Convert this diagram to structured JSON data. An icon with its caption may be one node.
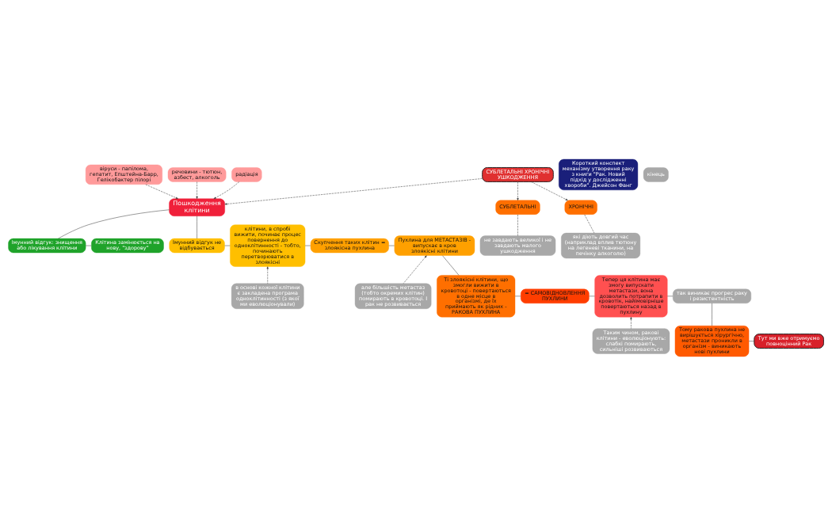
{
  "diagram": {
    "nodes": [
      {
        "text": [
          "Пошкодження клітини"
        ]
      },
      {
        "text": [
          "СУБЛЕТАЛЬНІ ХРОНІЧНІ УШКОДЖЕННЯ"
        ]
      },
      {
        "text": [
          "СУБЛЕТАЛЬНІ"
        ]
      },
      {
        "text": [
          "ХРОНІЧНІ"
        ]
      },
      {
        "text": [
          "не завдають великої і не завдають малого ушкодження"
        ]
      },
      {
        "text": [
          "які діють довгий час (наприклад вплив тютюну на легеневі тканини, на печінку алкоголю)"
        ]
      },
      {
        "text": [
          "Короткий конспект механізму утворення раку з книги \"Рак. Новий підхід у дослідженні хвороби\". Джейсон Фанг"
        ]
      },
      {
        "text": [
          "віруси - папілома, гепатит, Епштейна-Барр, Гелікобактер пілорі"
        ]
      },
      {
        "text": [
          "речовини - тютюн, азбест, алкоголь"
        ]
      },
      {
        "text": [
          "радіація"
        ]
      },
      {
        "text": [
          "Імунний відгук: знищення або лікування клітини"
        ]
      },
      {
        "text": [
          "Клітина замінюється на нову, \"здорову\""
        ]
      },
      {
        "text": [
          "Імунний відгук не відбувається"
        ]
      },
      {
        "text": [
          "клітини, в спробі вижити, починає процес повернення до одноклітинності - тобто, починають перетворюватися в злоякісні"
        ]
      },
      {
        "text": [
          "в основі кожної клітини є закладена програма одноклітинності (з якої ми еволюціонували)"
        ]
      },
      {
        "text": [
          "Скупчення таких клітин = злоякісна пухлина"
        ]
      },
      {
        "text": [
          "Пухлина для МЕТАСТАЗІВ - випускає в кров злоякісні клітини"
        ]
      },
      {
        "text": [
          "але більшість метастаз (тобто окремих клітин) помирають в кровотоці. І рак не розвивається"
        ]
      },
      {
        "text": [
          "Ті злоякісні клітини, що змогли вижити в кровотоці - повертаються в одне місце в організмі, де їх приймають як рідних - РАКОВА ПУХЛИНА"
        ]
      },
      {
        "text": [
          "= САМОВІДНОВЛЕННЯ ПУХЛИНИ"
        ]
      },
      {
        "text": [
          "кінець"
        ]
      },
      {
        "text": [
          "Тепер ця клітина має змогу випускати метастази, вона дозволить потрапити в кровотік, найімовірніше повертаються назад в пухлину"
        ]
      },
      {
        "text": [
          "Таким чином, ракові клітини - еволюціонують: слабкі помирають, сильніші розвиваються"
        ]
      },
      {
        "text": [
          "так виникає прогрес раку і резистентність"
        ]
      },
      {
        "text": [
          "Тому ракова пухлина не вирішується хірургічно, метастази проникли в організм - виникають нові пухлини"
        ]
      },
      {
        "text": [
          "Тут ми вже отримуємо повноцінний Рак"
        ]
      }
    ],
    "edges": [
      {
        "from": 1,
        "to": 0,
        "arrow": "to",
        "style": "dashed"
      },
      {
        "from": 1,
        "to": 2,
        "arrow": "to",
        "style": "dashed"
      },
      {
        "from": 1,
        "to": 3,
        "arrow": "to",
        "style": "dashed"
      },
      {
        "from": 2,
        "to": 4,
        "arrow": "none",
        "style": "dashed"
      },
      {
        "from": 3,
        "to": 5,
        "arrow": "none",
        "style": "dashed"
      },
      {
        "from": 7,
        "to": 0,
        "arrow": "to",
        "style": "dashed"
      },
      {
        "from": 8,
        "to": 0,
        "arrow": "to",
        "style": "dashed"
      },
      {
        "from": 9,
        "to": 0,
        "arrow": "to",
        "style": "dashed"
      },
      {
        "from": 0,
        "to": 10,
        "arrow": "none"
      },
      {
        "from": 0,
        "to": 12,
        "arrow": "none"
      },
      {
        "from": 10,
        "to": 11,
        "arrow": "none"
      },
      {
        "from": 12,
        "to": 13,
        "arrow": "none"
      },
      {
        "from": 14,
        "to": 13,
        "arrow": "to",
        "style": "dashed"
      },
      {
        "from": 13,
        "to": 15,
        "arrow": "none"
      },
      {
        "from": 15,
        "to": 16,
        "arrow": "none"
      },
      {
        "from": 17,
        "to": 16,
        "arrow": "to",
        "style": "dashed"
      },
      {
        "from": 16,
        "to": 18,
        "arrow": "none"
      },
      {
        "from": 18,
        "to": 19,
        "arrow": "none"
      },
      {
        "from": 19,
        "to": 21,
        "arrow": "none"
      },
      {
        "from": 22,
        "to": 21,
        "arrow": "to",
        "style": "dashed"
      },
      {
        "from": 21,
        "to": 23,
        "arrow": "none"
      },
      {
        "from": 23,
        "to": 24,
        "arrow": "none"
      },
      {
        "from": 24,
        "to": 25,
        "arrow": "none"
      }
    ]
  }
}
